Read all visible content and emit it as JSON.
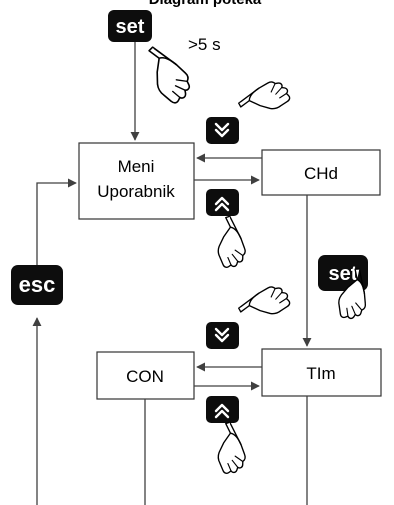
{
  "header": {
    "title": "Diagram poteka"
  },
  "keys": {
    "set": "set",
    "esc": "esc"
  },
  "hold_hint": ">5 s",
  "nodes": {
    "user_menu": {
      "line1": "Meni",
      "line2": "Uporabnik"
    },
    "chd": "CHd",
    "tim": "TIm",
    "con": "CON"
  },
  "icons": {
    "press": "hand-press-icon",
    "down": "chevron-down-icon",
    "up": "chevron-up-icon"
  },
  "colors": {
    "key_bg": "#0d0d0d",
    "key_text": "#ffffff",
    "line": "#404040",
    "box_border": "#333333"
  }
}
